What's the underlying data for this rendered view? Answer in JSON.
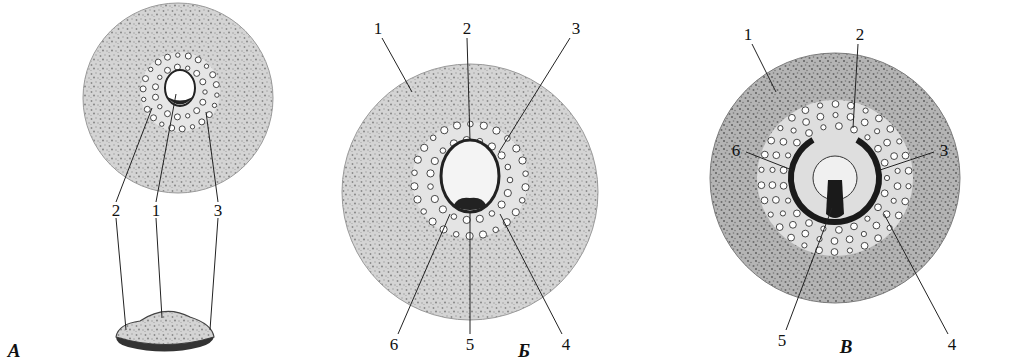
{
  "diagram": {
    "labels": [
      "2",
      "1",
      "3",
      "А",
      "1",
      "2",
      "3",
      "6",
      "5",
      "4",
      "Б",
      "1",
      "2",
      "6",
      "3",
      "5",
      "4",
      "В"
    ]
  }
}
